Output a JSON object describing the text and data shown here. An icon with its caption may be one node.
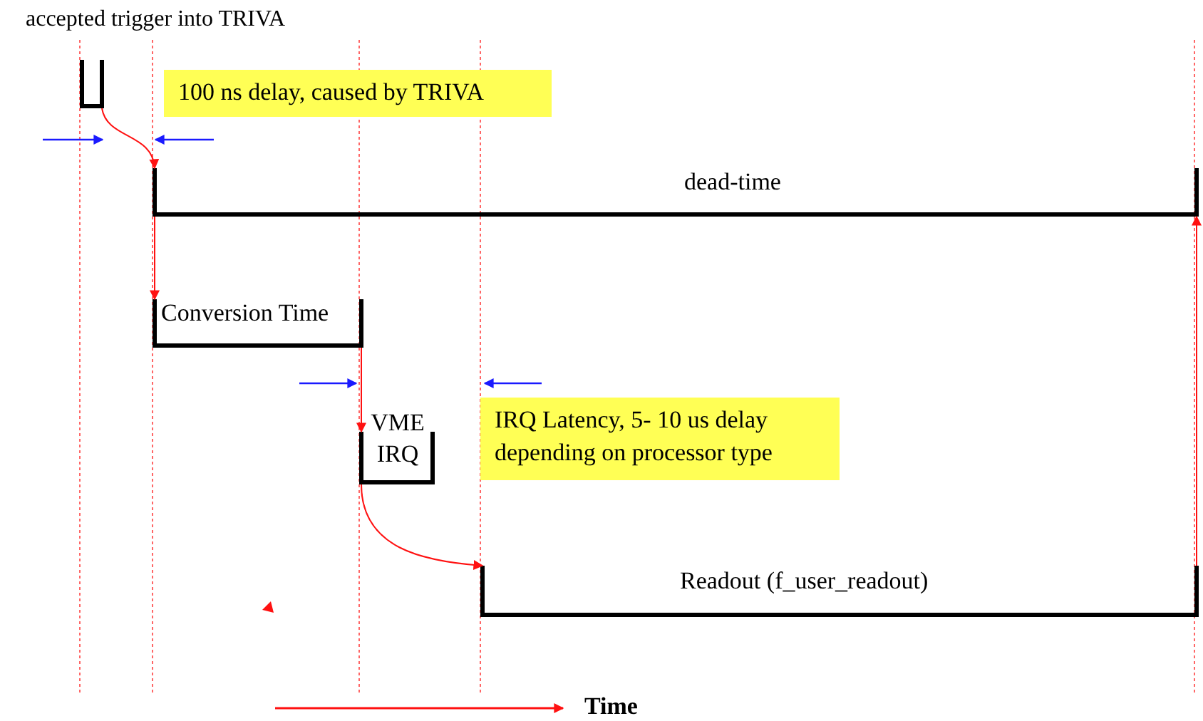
{
  "diagram": {
    "nodes": [
      {
        "text": [
          "accepted trigger into TRIVA"
        ]
      },
      {
        "text": [
          "dead-time"
        ]
      },
      {
        "text": [
          "Conversion Time"
        ]
      },
      {
        "text": [
          "VME IRQ"
        ]
      },
      {
        "text": [
          "Readout (f_user_readout)"
        ]
      },
      {
        "text": [
          "100 ns delay, caused by TRIVA"
        ]
      },
      {
        "text": [
          "IRQ Latency, 5- 10 us delay depending on processor type"
        ]
      }
    ],
    "edges": [
      {
        "from": 0,
        "to": 1,
        "arrow": "to"
      },
      {
        "from": 1,
        "to": 2,
        "arrow": "to"
      },
      {
        "from": 2,
        "to": 3,
        "arrow": "to"
      },
      {
        "from": 3,
        "to": 4,
        "arrow": "to"
      },
      {
        "from": 4,
        "to": 1,
        "arrow": "to"
      }
    ],
    "labels": [
      "Time"
    ]
  }
}
